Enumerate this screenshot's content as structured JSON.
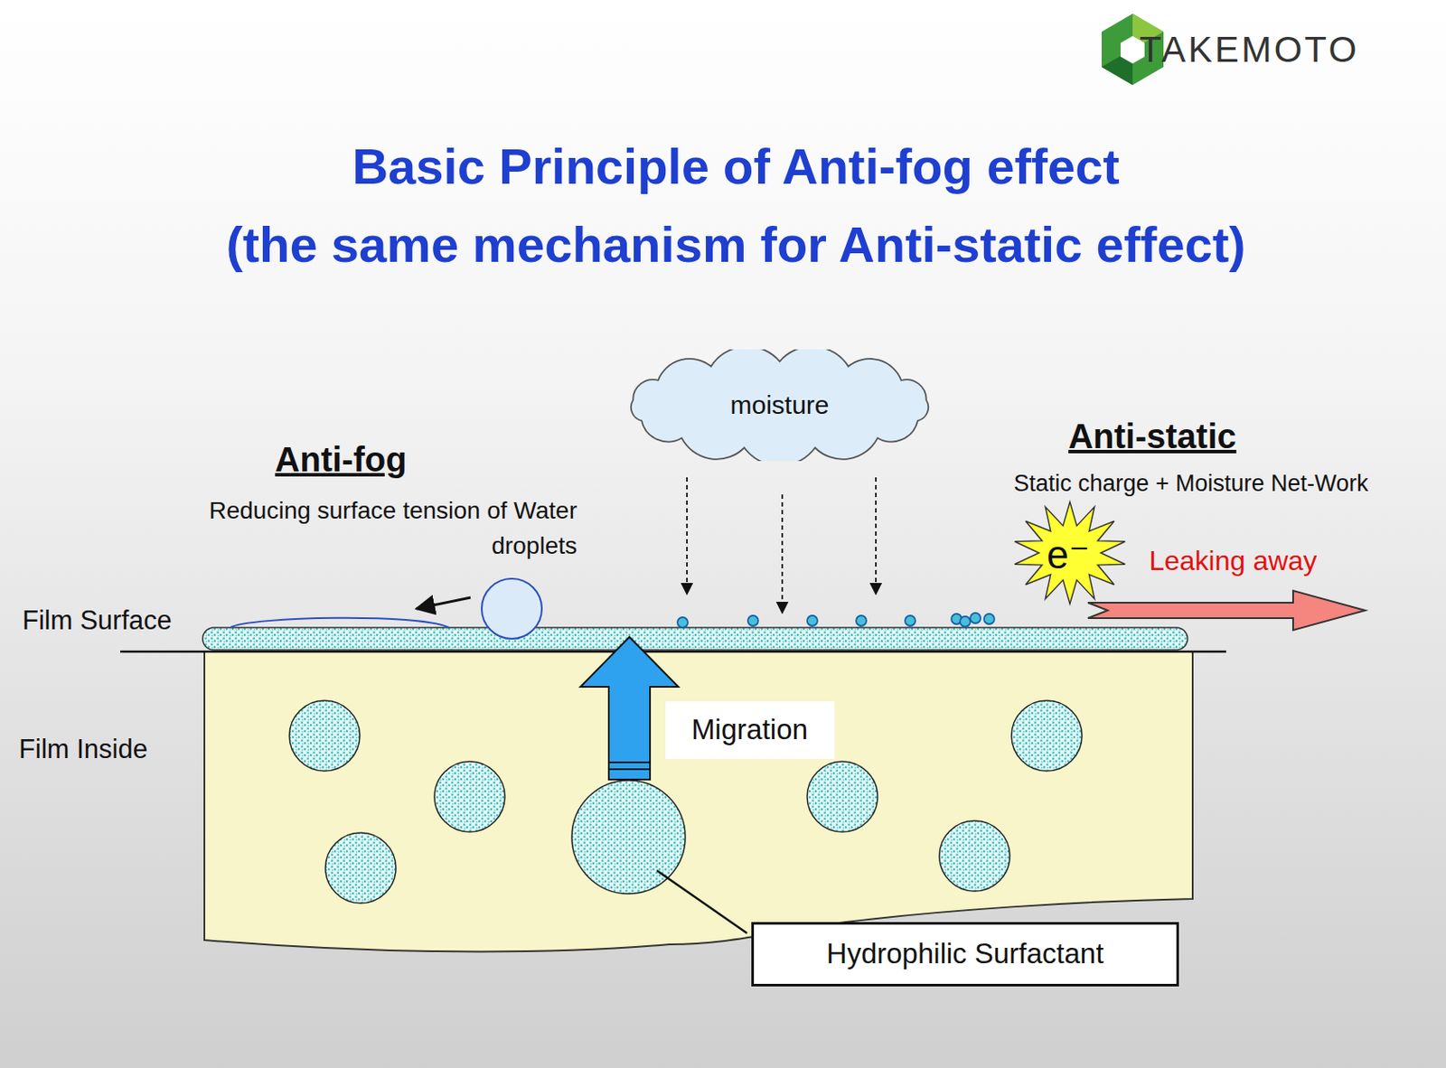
{
  "diagram": {
    "title": "Basic Principle of Anti-fog effect",
    "nodes": [
      {
        "text": [
          "moisture"
        ]
      },
      {
        "text": [
          "Migration"
        ]
      },
      {
        "text": [
          "Hydrophilic Surfactant"
        ]
      }
    ],
    "labels": [
      "TAKEMOTO",
      "(the same mechanism for Anti-static effect)",
      "Anti-fog",
      "Reducing surface tension of Water droplets",
      "Anti-static",
      "Static charge + Moisture Net-Work",
      "e⁻",
      "Leaking away",
      "Film Surface",
      "Film Inside"
    ]
  }
}
